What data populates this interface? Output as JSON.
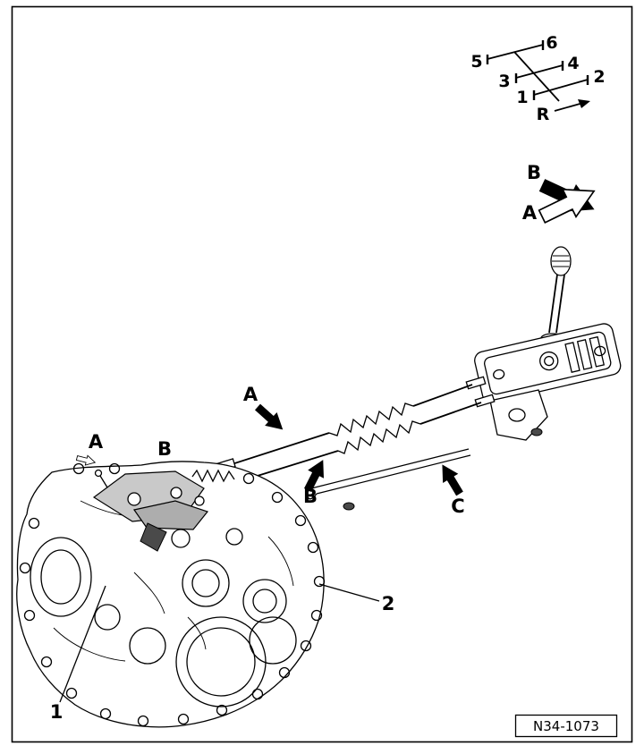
{
  "figure": {
    "reference_code": "N34-1073"
  },
  "shift_pattern": {
    "gear_6": "6",
    "gear_5": "5",
    "gear_4": "4",
    "gear_3": "3",
    "gear_2": "2",
    "gear_1": "1",
    "gear_r": "R"
  },
  "lever_directions": {
    "b": "B",
    "a": "A"
  },
  "cable_callouts": {
    "a": "A",
    "b": "B",
    "c": "C"
  },
  "gearbox_callouts": {
    "a": "A",
    "b": "B"
  },
  "part_callouts": {
    "item_1": "1",
    "item_2": "2"
  }
}
